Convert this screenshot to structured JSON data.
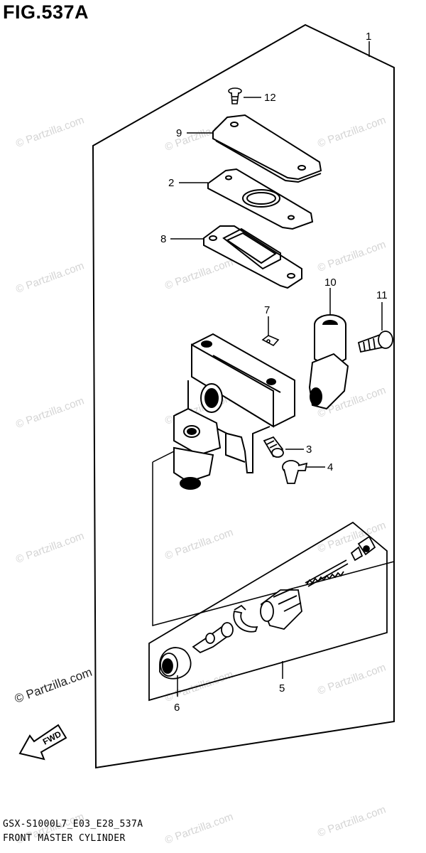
{
  "figure": {
    "title": "FIG.537A"
  },
  "footer": {
    "model_code": "GSX-S1000L7_E03_E28_537A",
    "caption": "FRONT MASTER CYLINDER"
  },
  "watermark": {
    "text": "© Partzilla.com"
  },
  "parts": [
    {
      "number": "1",
      "name": "master-cylinder-assembly"
    },
    {
      "number": "2",
      "name": "diaphragm"
    },
    {
      "number": "3",
      "name": "bleeder-valve"
    },
    {
      "number": "4",
      "name": "bleeder-cap"
    },
    {
      "number": "5",
      "name": "piston-set"
    },
    {
      "number": "6",
      "name": "boot"
    },
    {
      "number": "7",
      "name": "clip"
    },
    {
      "number": "8",
      "name": "diaphragm-plate"
    },
    {
      "number": "9",
      "name": "reservoir-cap"
    },
    {
      "number": "10",
      "name": "union"
    },
    {
      "number": "11",
      "name": "union-bolt"
    },
    {
      "number": "12",
      "name": "cap-screw"
    }
  ],
  "icons": {
    "forward_arrow": "fwd-arrow-icon"
  },
  "fwd_label": "FWD"
}
